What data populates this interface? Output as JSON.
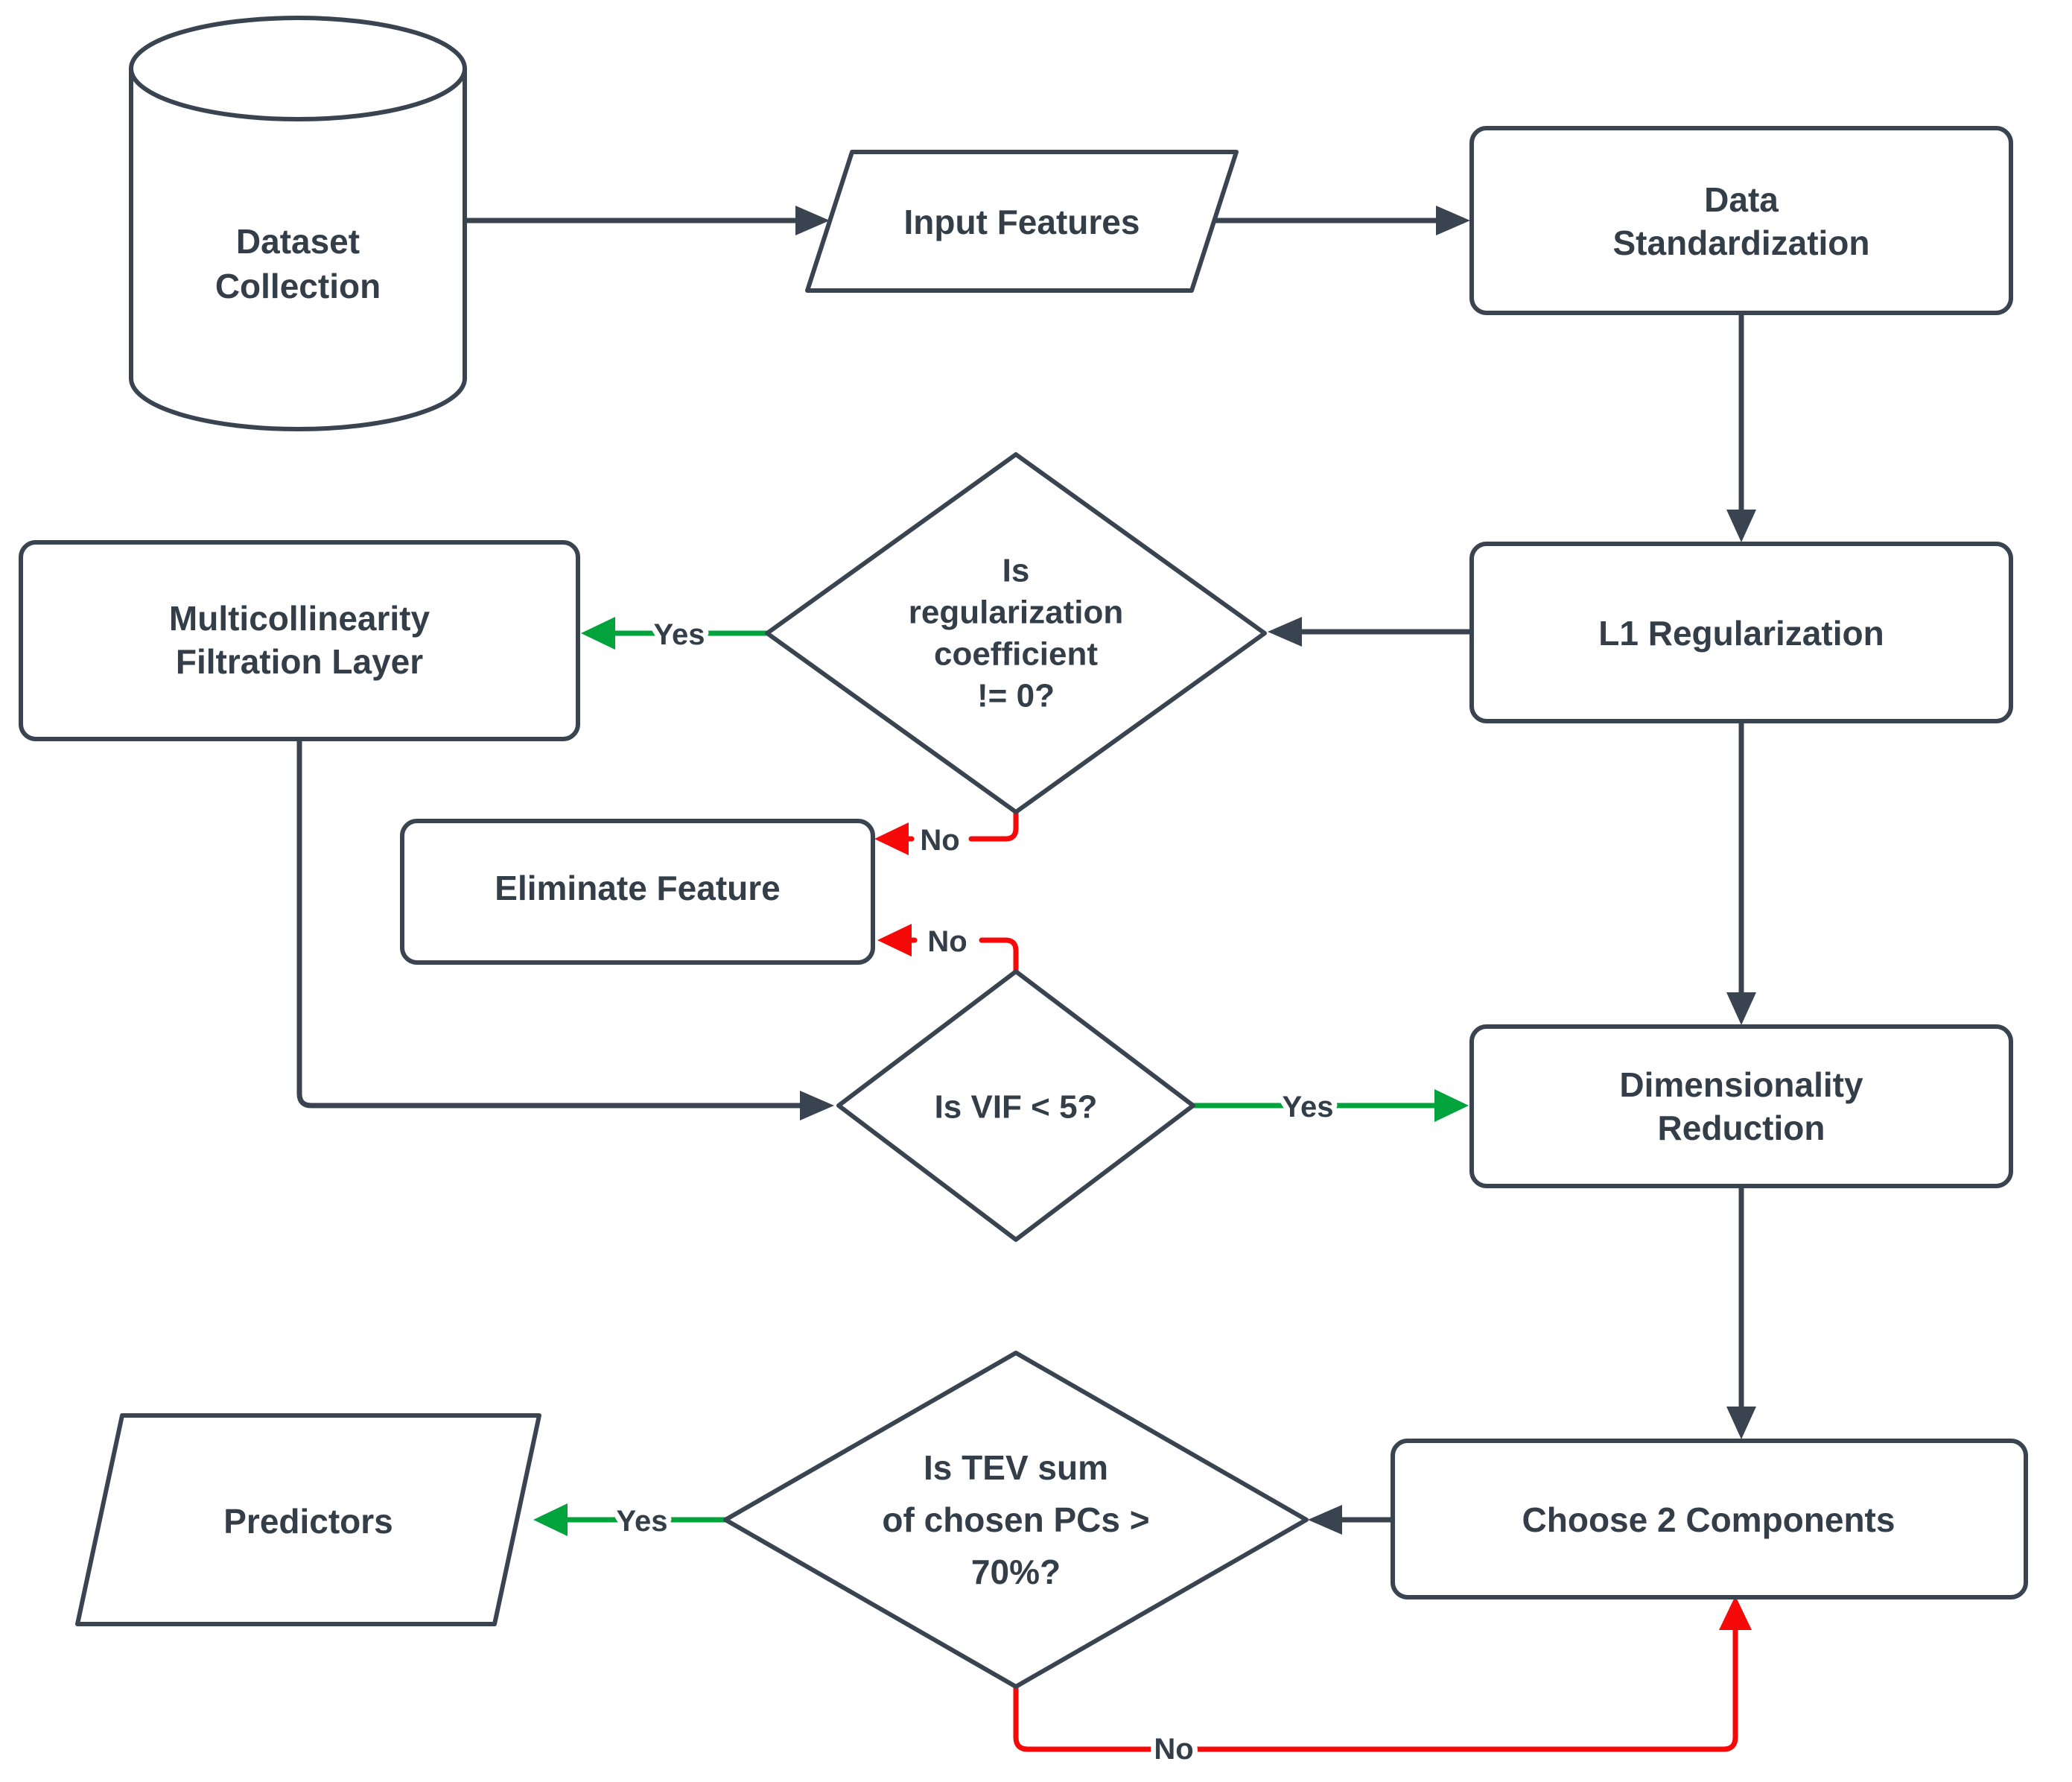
{
  "diagram": {
    "description": "Feature selection and dimensionality reduction flowchart",
    "nodes": {
      "dataset_collection": {
        "shape": "cylinder",
        "lines": [
          "Dataset",
          "Collection"
        ]
      },
      "input_features": {
        "shape": "parallelogram",
        "lines": [
          "Input Features"
        ]
      },
      "data_standardization": {
        "shape": "rectangle",
        "lines": [
          "Data",
          "Standardization"
        ]
      },
      "l1_regularization": {
        "shape": "rectangle",
        "lines": [
          "L1 Regularization"
        ]
      },
      "decision_regularization": {
        "shape": "diamond",
        "lines": [
          "Is",
          "regularization",
          "coefficient",
          "!= 0?"
        ]
      },
      "multicollinearity_filtration": {
        "shape": "rectangle",
        "lines": [
          "Multicollinearity",
          "Filtration Layer"
        ]
      },
      "eliminate_feature": {
        "shape": "rectangle",
        "lines": [
          "Eliminate Feature"
        ]
      },
      "decision_vif": {
        "shape": "diamond",
        "lines": [
          "Is VIF < 5?"
        ]
      },
      "dimensionality_reduction": {
        "shape": "rectangle",
        "lines": [
          "Dimensionality",
          "Reduction"
        ]
      },
      "choose_components": {
        "shape": "rectangle",
        "lines": [
          "Choose 2 Components"
        ]
      },
      "decision_tev": {
        "shape": "diamond",
        "lines": [
          "Is TEV sum",
          "of chosen PCs >",
          "70%?"
        ]
      },
      "predictors": {
        "shape": "parallelogram",
        "lines": [
          "Predictors"
        ]
      }
    },
    "edges": {
      "reg_yes": {
        "label": "Yes",
        "from": "decision_regularization",
        "to": "multicollinearity_filtration"
      },
      "reg_no": {
        "label": "No",
        "from": "decision_regularization",
        "to": "eliminate_feature"
      },
      "vif_no": {
        "label": "No",
        "from": "decision_vif",
        "to": "eliminate_feature"
      },
      "vif_yes": {
        "label": "Yes",
        "from": "decision_vif",
        "to": "dimensionality_reduction"
      },
      "tev_yes": {
        "label": "Yes",
        "from": "decision_tev",
        "to": "predictors"
      },
      "tev_no": {
        "label": "No",
        "from": "decision_tev",
        "to": "choose_components"
      }
    },
    "colors": {
      "line": "#3a4450",
      "text": "#333e48",
      "yes": "#00a33c",
      "no": "#f60909",
      "node_fill": "#ffffff"
    }
  }
}
